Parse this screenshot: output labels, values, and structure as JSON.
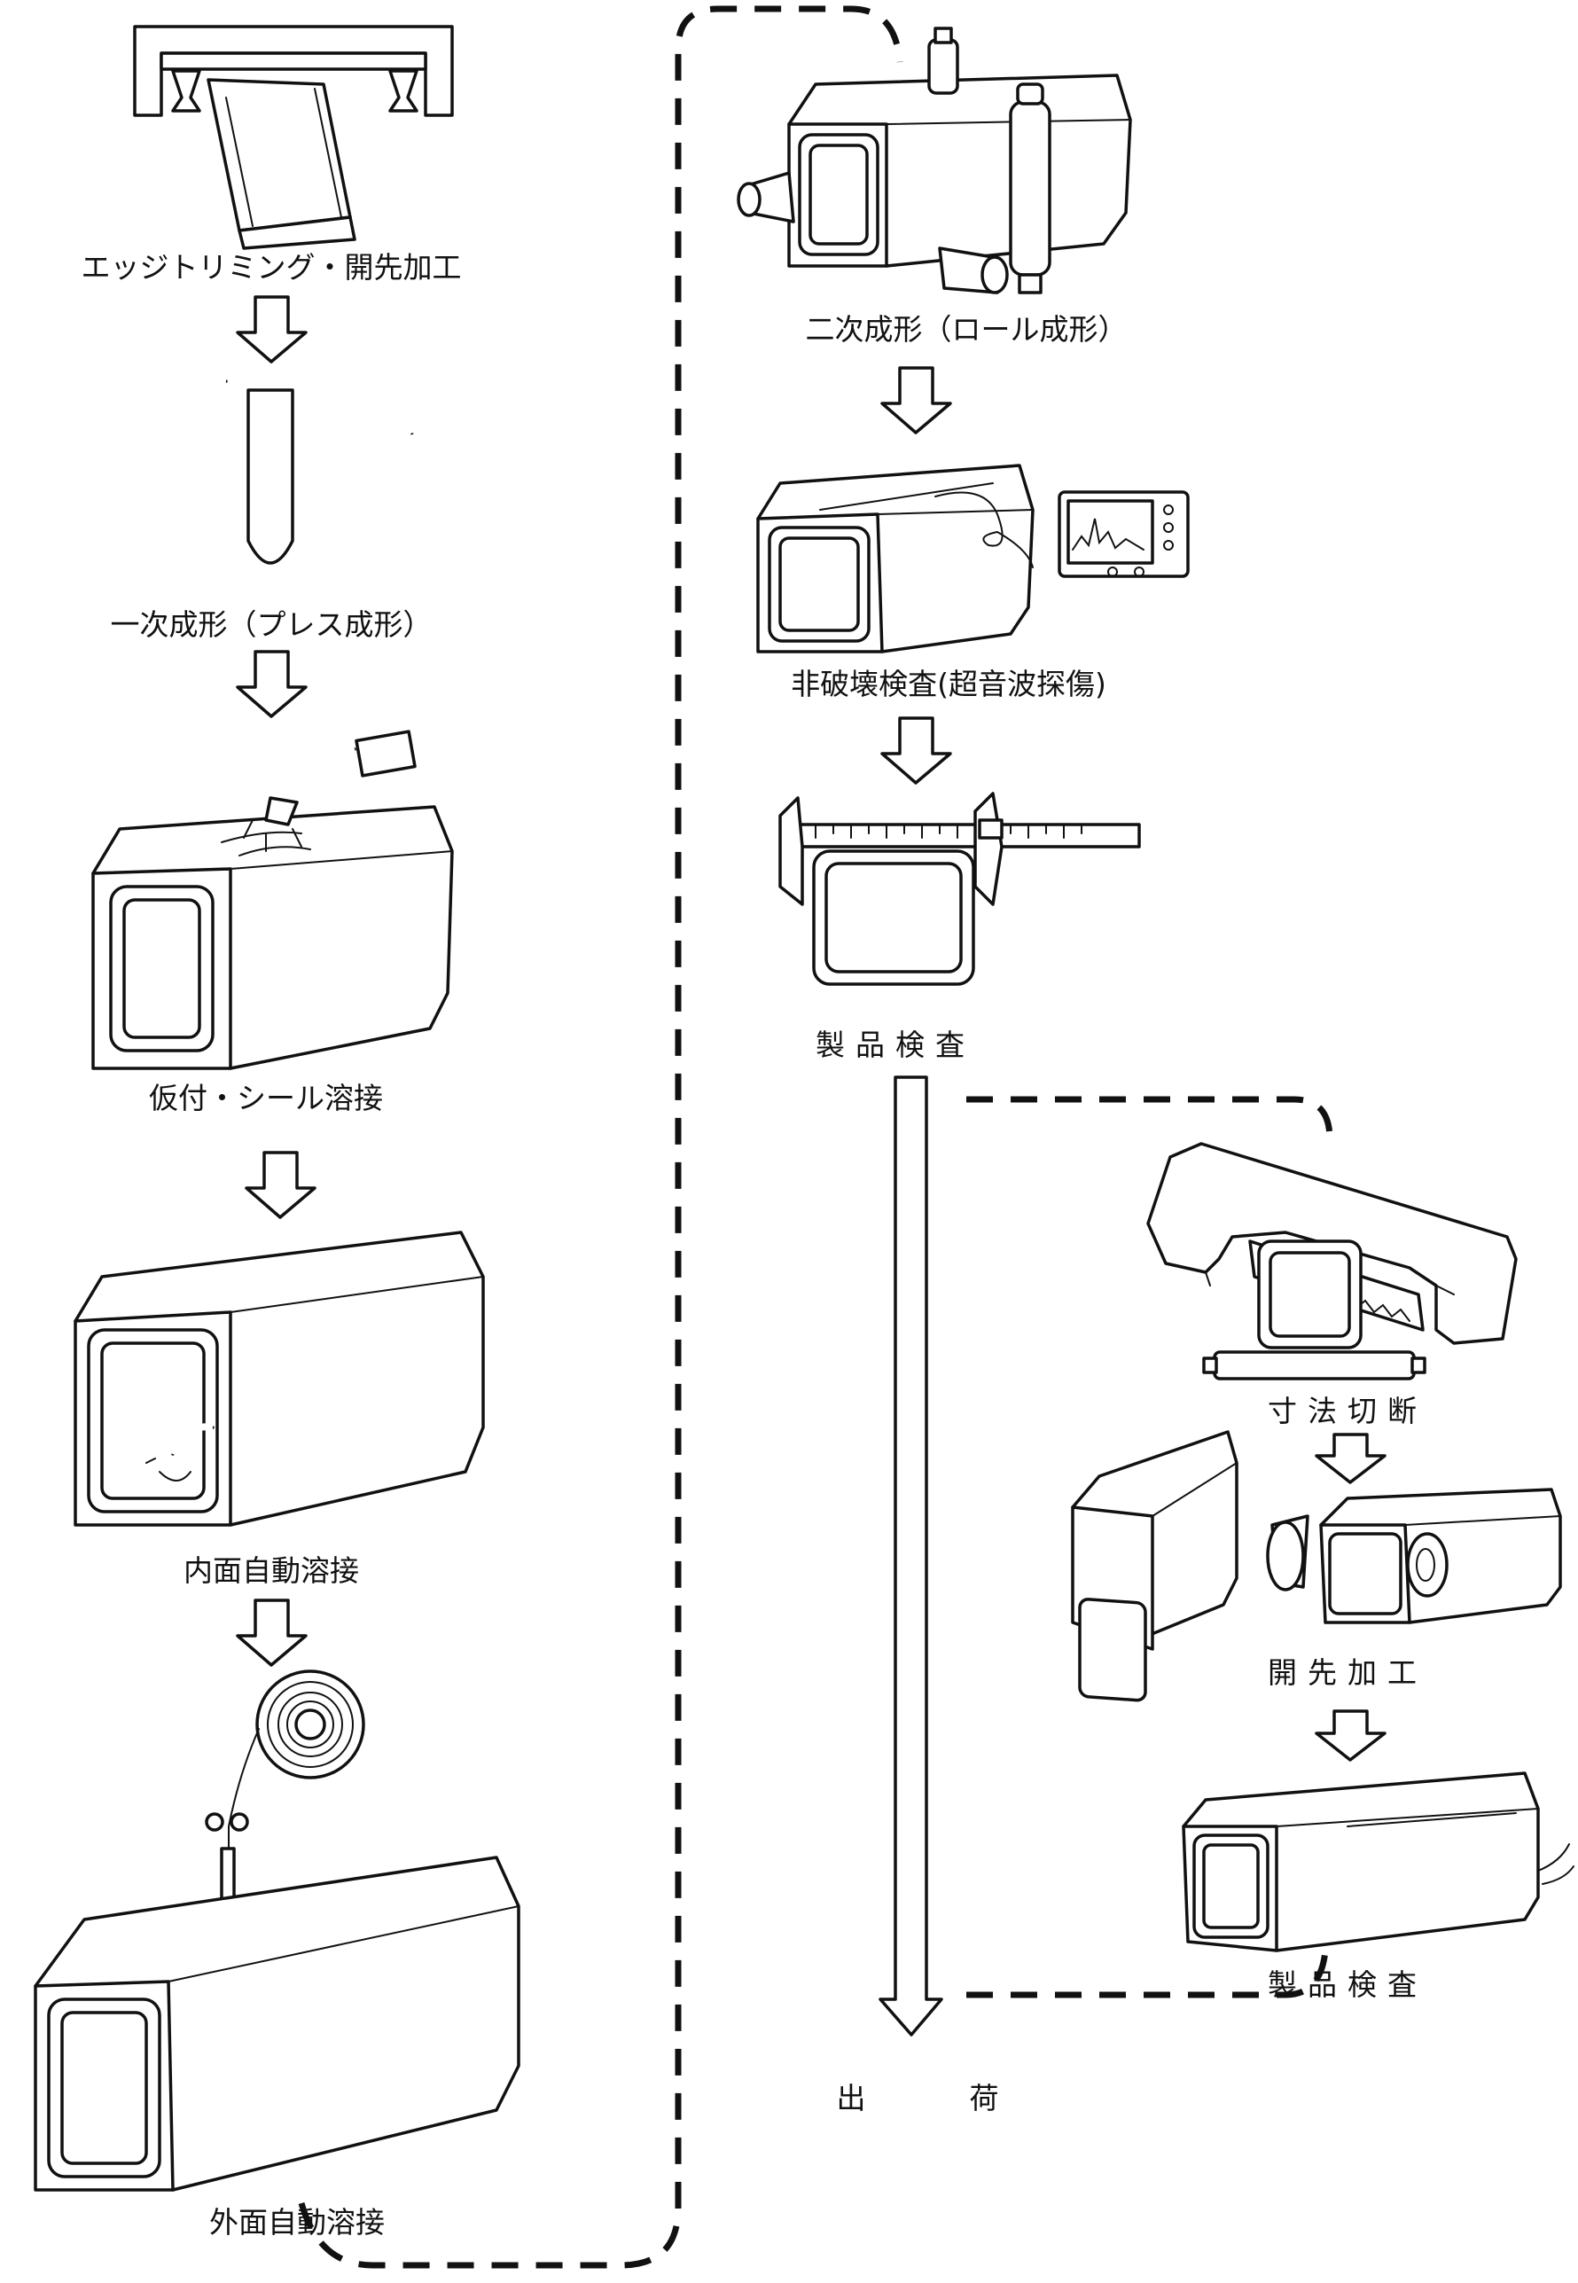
{
  "flow_left": {
    "step1": "エッジトリミング・開先加工",
    "step2": "一次成形（プレス成形）",
    "step3": "仮付・シール溶接",
    "step4": "内面自動溶接",
    "step5": "外面自動溶接"
  },
  "flow_middle": {
    "step6": "二次成形（ロール成形）",
    "step7": "非破壊検査(超音波探傷)",
    "step8": "製品検査",
    "shipping_left": "出",
    "shipping_right": "荷"
  },
  "flow_right": {
    "step9": "寸法切断",
    "step10": "開先加工",
    "step11": "製品検査"
  }
}
